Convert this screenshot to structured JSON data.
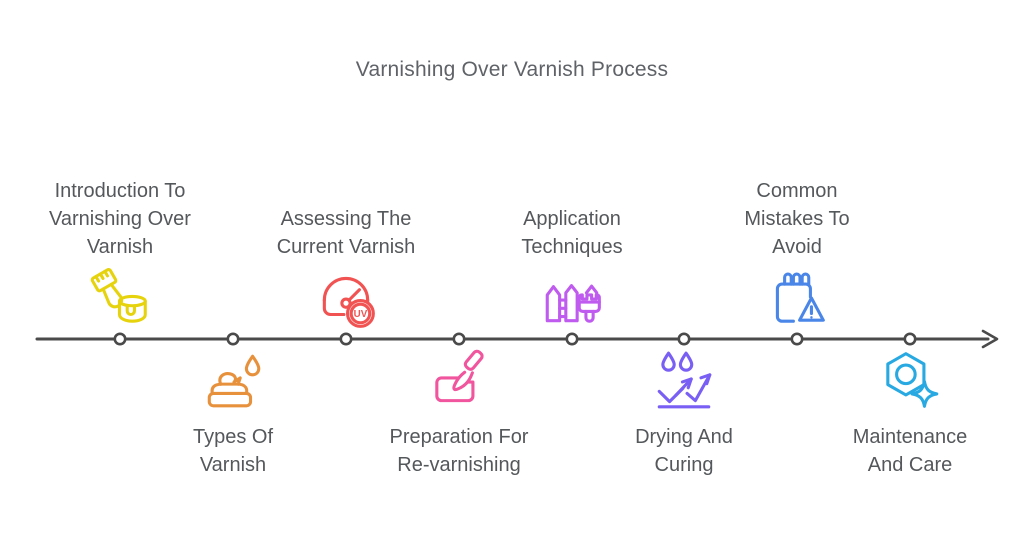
{
  "title": "Varnishing Over Varnish Process",
  "timeline": {
    "line_color": "#4a4a4a",
    "dot_fill": "#ffffff"
  },
  "steps": [
    {
      "label": "Introduction To\nVarnishing Over\nVarnish",
      "icon": "paintbrush-can-icon",
      "color": "#e6d30d",
      "position": "above"
    },
    {
      "label": "Types Of\nVarnish",
      "icon": "varnish-paste-droplet-icon",
      "color": "#e8913c",
      "position": "below"
    },
    {
      "label": "Assessing The\nCurrent Varnish",
      "icon": "uv-gauge-icon",
      "color": "#f15352",
      "position": "above",
      "badge_text": "UV"
    },
    {
      "label": "Preparation For\nRe-varnishing",
      "icon": "paint-tray-brush-icon",
      "color": "#f0559e",
      "position": "below"
    },
    {
      "label": "Application\nTechniques",
      "icon": "fence-brush-icon",
      "color": "#c05bf0",
      "position": "above"
    },
    {
      "label": "Drying And\nCuring",
      "icon": "drops-rising-arrows-icon",
      "color": "#7a5ff5",
      "position": "below"
    },
    {
      "label": "Common\nMistakes To\nAvoid",
      "icon": "notepad-warning-icon",
      "color": "#4a86e8",
      "position": "above"
    },
    {
      "label": "Maintenance\nAnd Care",
      "icon": "hexagon-sparkle-icon",
      "color": "#29a9e1",
      "position": "below"
    }
  ]
}
